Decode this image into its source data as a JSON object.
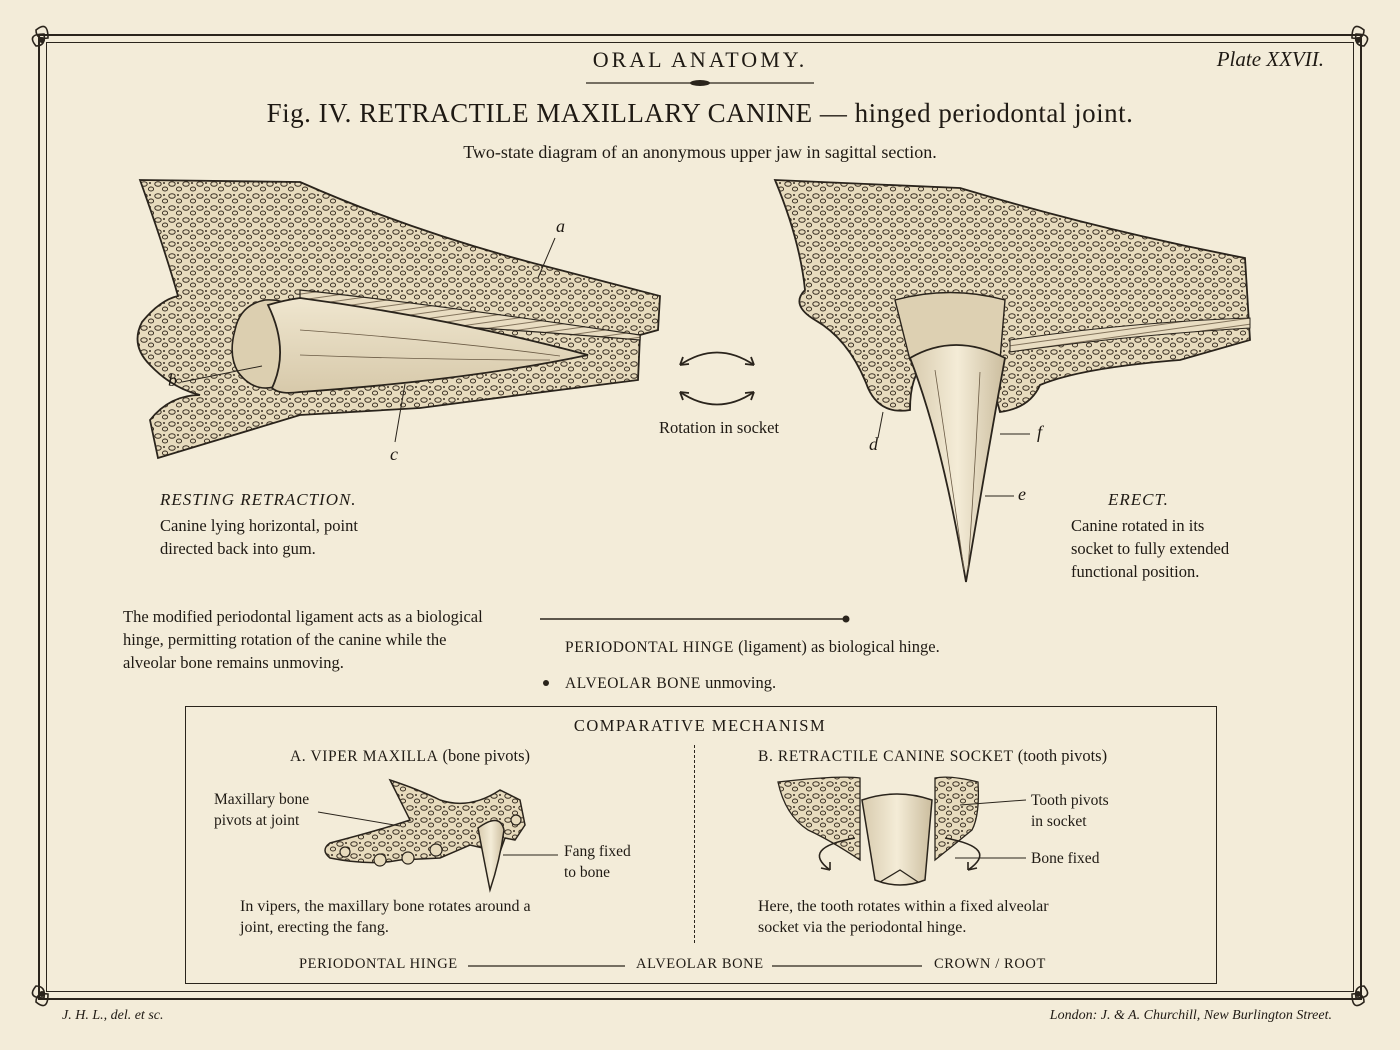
{
  "header": {
    "section_title": "ORAL ANATOMY.",
    "plate": "Plate XXVII.",
    "figure_title": "Fig. IV.  RETRACTILE MAXILLARY CANINE — hinged periodontal joint.",
    "subtitle": "Two-state diagram of an anonymous upper jaw in sagittal section."
  },
  "left_figure": {
    "labels": {
      "a": "a",
      "b": "b",
      "c": "c"
    },
    "caption_heading": "RESTING RETRACTION.",
    "caption_lines": [
      "Canine lying horizontal, point",
      "directed back into gum."
    ]
  },
  "center": {
    "rotation_label": "Rotation in socket"
  },
  "right_figure": {
    "labels": {
      "d": "d",
      "e": "e",
      "f": "f"
    },
    "caption_heading": "ERECT.",
    "caption_lines": [
      "Canine rotated in its",
      "socket to fully extended",
      "functional position."
    ]
  },
  "explanation": {
    "lines": [
      "The modified periodontal ligament acts as a biological",
      "hinge, permitting rotation of the canine while the",
      "alveolar bone remains unmoving."
    ]
  },
  "key": {
    "hinge_term": "PERIODONTAL HINGE",
    "hinge_rest": " (ligament) as biological hinge.",
    "bone_term": "ALVEOLAR BONE",
    "bone_rest": " unmoving."
  },
  "comparative": {
    "title": "COMPARATIVE MECHANISM",
    "a": {
      "heading_term": "A. VIPER MAXILLA",
      "heading_rest": " (bone pivots)",
      "callout_1": [
        "Maxillary bone",
        "pivots at joint"
      ],
      "callout_2": [
        "Fang fixed",
        "to bone"
      ],
      "text": [
        "In vipers, the maxillary bone rotates around a",
        "joint, erecting the fang."
      ]
    },
    "b": {
      "heading_term": "B. RETRACTILE CANINE SOCKET",
      "heading_rest": " (tooth pivots)",
      "callout_1": [
        "Tooth pivots",
        "in socket"
      ],
      "callout_2": [
        "Bone fixed"
      ],
      "text": [
        "Here, the tooth rotates within a fixed alveolar",
        "socket via the periodontal hinge."
      ]
    },
    "legend": [
      "PERIODONTAL HINGE",
      "ALVEOLAR BONE",
      "CROWN / ROOT"
    ]
  },
  "footer": {
    "left": "J. H. L., del. et sc.",
    "right": "London: J. & A. Churchill, New Burlington Street."
  },
  "colors": {
    "paper": "#f3ecd9",
    "ink": "#1f1a14",
    "bone": "#e8dcc0",
    "tooth": "#efe6cf"
  }
}
